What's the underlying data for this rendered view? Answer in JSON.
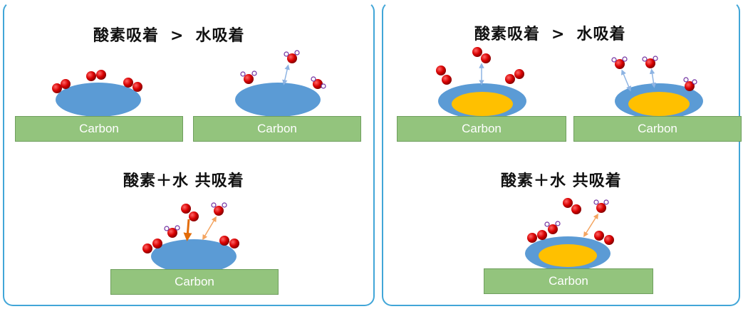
{
  "panels": {
    "left": {
      "heading_top": {
        "a": "酸素吸着",
        "gt": ">",
        "b": "水吸着"
      },
      "heading_bottom": "酸素＋水 共吸着",
      "substrate_label": "Carbon"
    },
    "right": {
      "heading_top": {
        "a": "酸素吸着",
        "gt": ">",
        "b": "水吸着"
      },
      "heading_bottom": "酸素＋水 共吸着",
      "substrate_label": "Carbon"
    }
  },
  "colors": {
    "frame": "#41a6d8",
    "substrate": "#93c47d",
    "particle": "#5b9bd5",
    "core": "#ffc000",
    "oxygen": "#c00000",
    "hydrogen": "#7030a0",
    "arrow_light": "#8eb4e3",
    "arrow_orange": "#f4a460",
    "arrow_strong": "#e36c09"
  }
}
